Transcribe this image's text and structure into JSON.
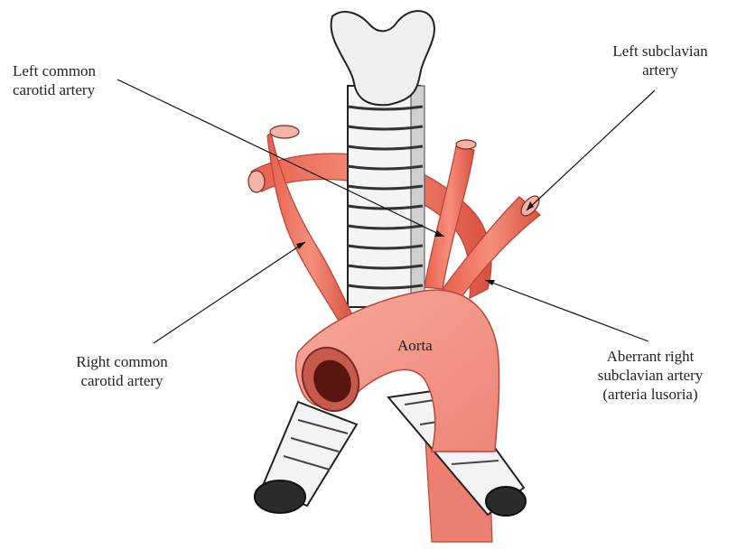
{
  "diagram": {
    "labels": {
      "left_common_carotid": [
        "Left common",
        "carotid artery"
      ],
      "left_subclavian": [
        "Left subclavian",
        "artery"
      ],
      "right_common_carotid": [
        "Right common",
        "carotid artery"
      ],
      "aberrant_right_subclavian": [
        "Aberrant right",
        "subclavian artery",
        "(arteria lusoria)"
      ],
      "aorta": "Aorta"
    },
    "colors": {
      "artery_fill": "#f0826f",
      "artery_stroke": "#b9473a",
      "aorta_fill": "#f2998c",
      "trachea_fill": "#f3f3f3",
      "trachea_stroke": "#333333",
      "leader_line": "#111111",
      "lumen": "#5a1510"
    }
  }
}
